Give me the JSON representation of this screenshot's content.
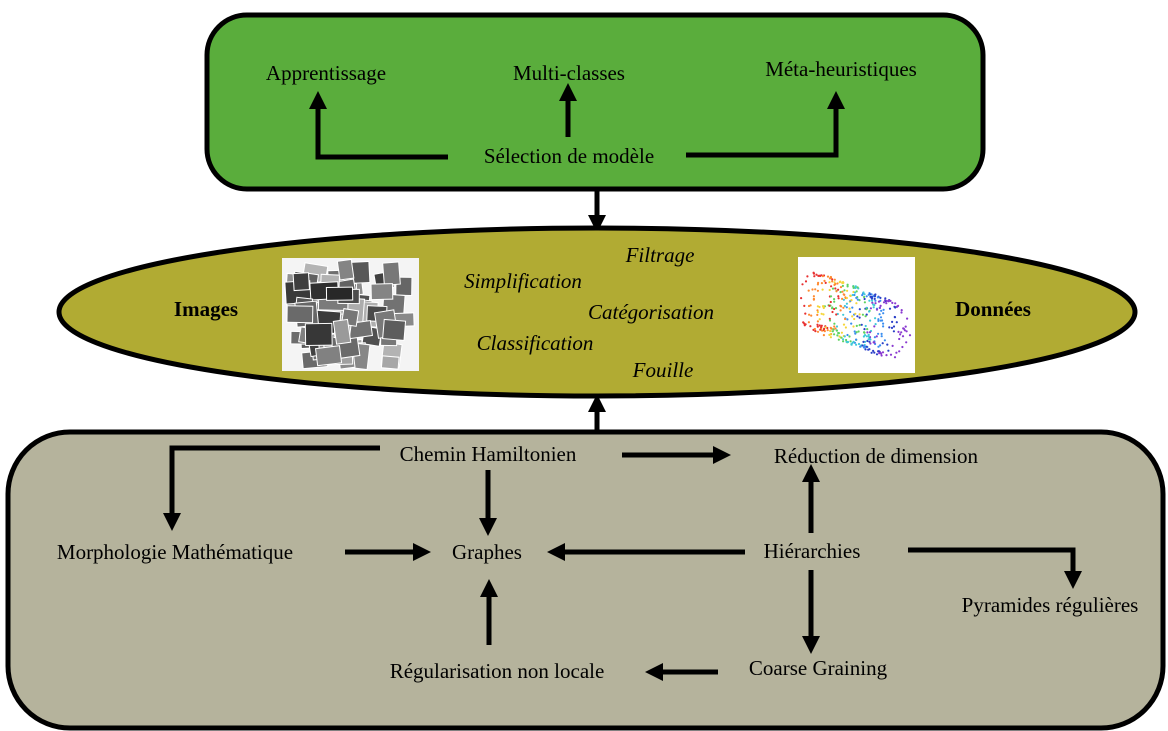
{
  "colors": {
    "top_panel": "#5aad3c",
    "middle_ellipse": "#b1ab33",
    "bottom_panel": "#b5b39c",
    "border": "#000000"
  },
  "top_panel": {
    "items": [
      "Apprentissage",
      "Multi-classes",
      "Méta-heuristiques"
    ],
    "center": "Sélection de modèle"
  },
  "middle_ellipse": {
    "left_label": "Images",
    "right_label": "Données",
    "left_image": "image-collage-thumbnail",
    "right_image": "point-cloud-cylinder-thumbnail",
    "tasks": [
      "Filtrage",
      "Simplification",
      "Catégorisation",
      "Classification",
      "Fouille"
    ]
  },
  "bottom_panel": {
    "chemin": "Chemin Hamiltonien",
    "reduction": "Réduction de dimension",
    "morphologie": "Morphologie Mathématique",
    "graphes": "Graphes",
    "hierarchies": "Hiérarchies",
    "pyramides": "Pyramides régulières",
    "regularisation": "Régularisation non locale",
    "coarse": "Coarse Graining"
  }
}
